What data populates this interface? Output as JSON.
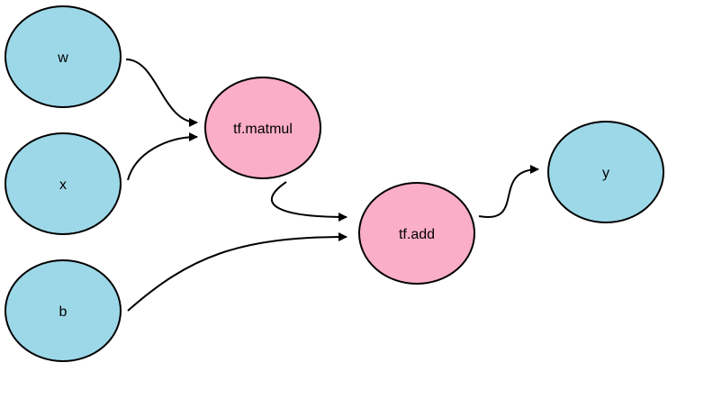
{
  "colors": {
    "input_node": "#9dd8e8",
    "op_node": "#fbaec8",
    "stroke": "#000000",
    "background": "#ffffff"
  },
  "nodes": {
    "w": {
      "label": "w",
      "kind": "input"
    },
    "x": {
      "label": "x",
      "kind": "input"
    },
    "b": {
      "label": "b",
      "kind": "input"
    },
    "matmul": {
      "label": "tf.matmul",
      "kind": "op"
    },
    "add": {
      "label": "tf.add",
      "kind": "op"
    },
    "y": {
      "label": "y",
      "kind": "input"
    }
  },
  "edges": [
    {
      "from": "w",
      "to": "matmul"
    },
    {
      "from": "x",
      "to": "matmul"
    },
    {
      "from": "matmul",
      "to": "add"
    },
    {
      "from": "b",
      "to": "add"
    },
    {
      "from": "add",
      "to": "y"
    }
  ]
}
